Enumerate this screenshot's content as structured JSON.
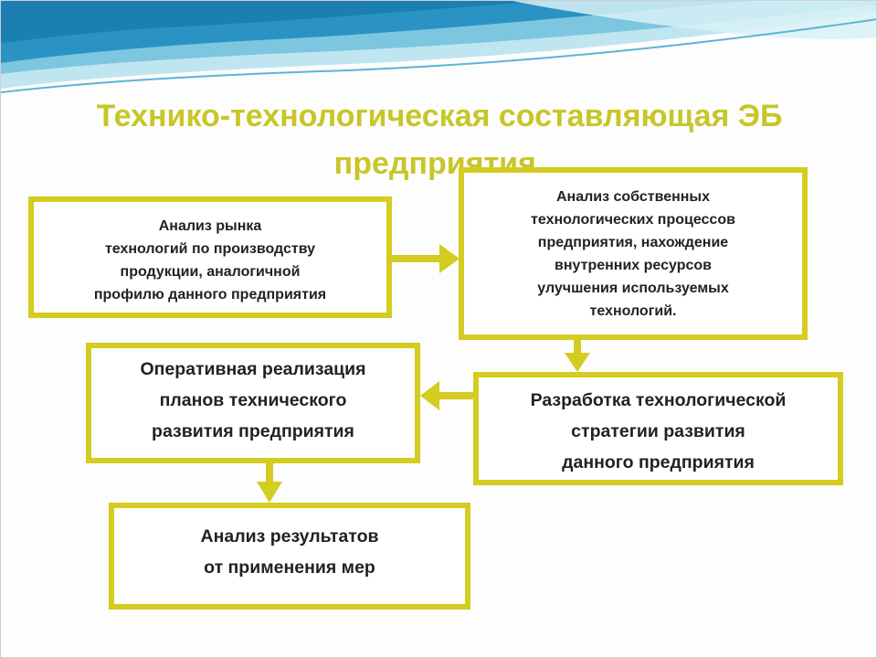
{
  "title": {
    "line1": "Технико-технологическая составляющая ЭБ",
    "line2": "предприятия."
  },
  "boxes": {
    "market_analysis": {
      "lines": [
        "Анализ рынка",
        "технологий по производству",
        "продукции, аналогичной",
        "профилю данного предприятия"
      ]
    },
    "own_process_analysis": {
      "lines": [
        "Анализ собственных",
        "технологических процессов",
        "предприятия, нахождение",
        "внутренних ресурсов",
        "улучшения используемых",
        "технологий."
      ]
    },
    "operational_implementation": {
      "lines": [
        "Оперативная реализация",
        "планов технического",
        "развития предприятия"
      ]
    },
    "strategy_development": {
      "lines": [
        "Разработка технологической",
        "стратегии развития",
        "данного предприятия"
      ]
    },
    "results_analysis": {
      "lines": [
        "Анализ результатов",
        "от применения мер"
      ]
    }
  },
  "colors": {
    "accent": "#d4cc20",
    "title": "#c8c628",
    "wave_dark": "#1f8fc0",
    "wave_light": "#a9dcea",
    "text": "#222222"
  }
}
